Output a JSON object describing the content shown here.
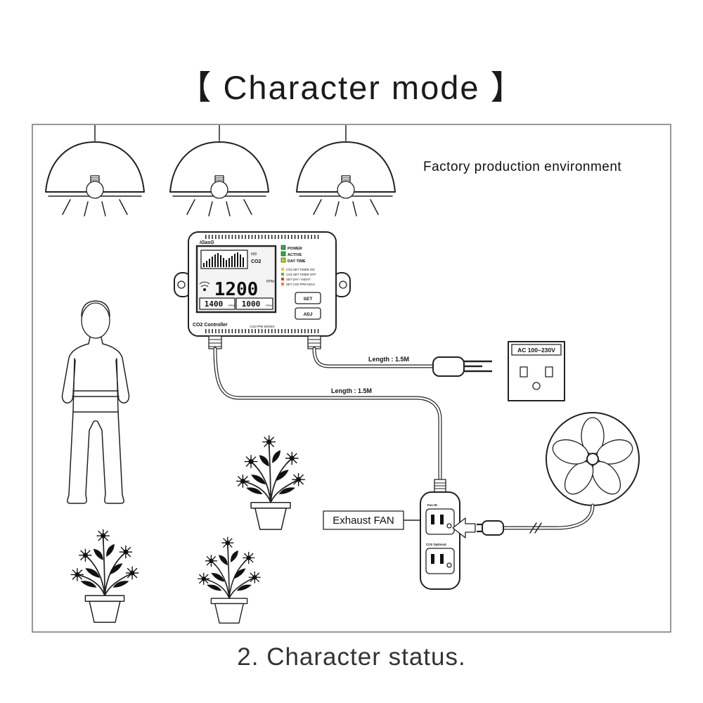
{
  "page": {
    "title": "【 Character mode 】",
    "caption": "2. Character status."
  },
  "scene": {
    "environment_label": "Factory production environment",
    "exhaust_fan_label": "Exhaust FAN",
    "power_cable_label": "Length : 1.5M",
    "fan_cable_label": "Length : 1.5M",
    "outlet": {
      "label": "AC 100~230V"
    },
    "device": {
      "brand": "iGasG",
      "name": "CO2 Controller",
      "series": "CO2 PPM SERIES",
      "lcd": {
        "graph_max": "600",
        "co2_label": "CO2",
        "ppm_label": "PPM",
        "main_value": "1200",
        "set_low": "1400",
        "set_high": "1000",
        "set_unit": "PPM"
      },
      "leds": [
        {
          "label": "POWER",
          "color": "#2fae3c"
        },
        {
          "label": "ACTIVE",
          "color": "#2fae3c"
        },
        {
          "label": "DAY TIME",
          "color": "#bdd024"
        }
      ],
      "status_lines": [
        {
          "label": "CO2 SET TIMER ON",
          "color": "#f5c518"
        },
        {
          "label": "CO2 SET TIMER OFF",
          "color": "#45b94a"
        },
        {
          "label": "SET DAY / NIGHT",
          "color": "#e03a2f"
        },
        {
          "label": "SET CO2 PPM HIGH",
          "color": "#f58220"
        }
      ],
      "buttons": [
        {
          "label": "SET"
        },
        {
          "label": "ADJ"
        }
      ]
    },
    "strip": {
      "port1_label": "Fan IN",
      "port2_label": "CO2 Optional"
    }
  }
}
